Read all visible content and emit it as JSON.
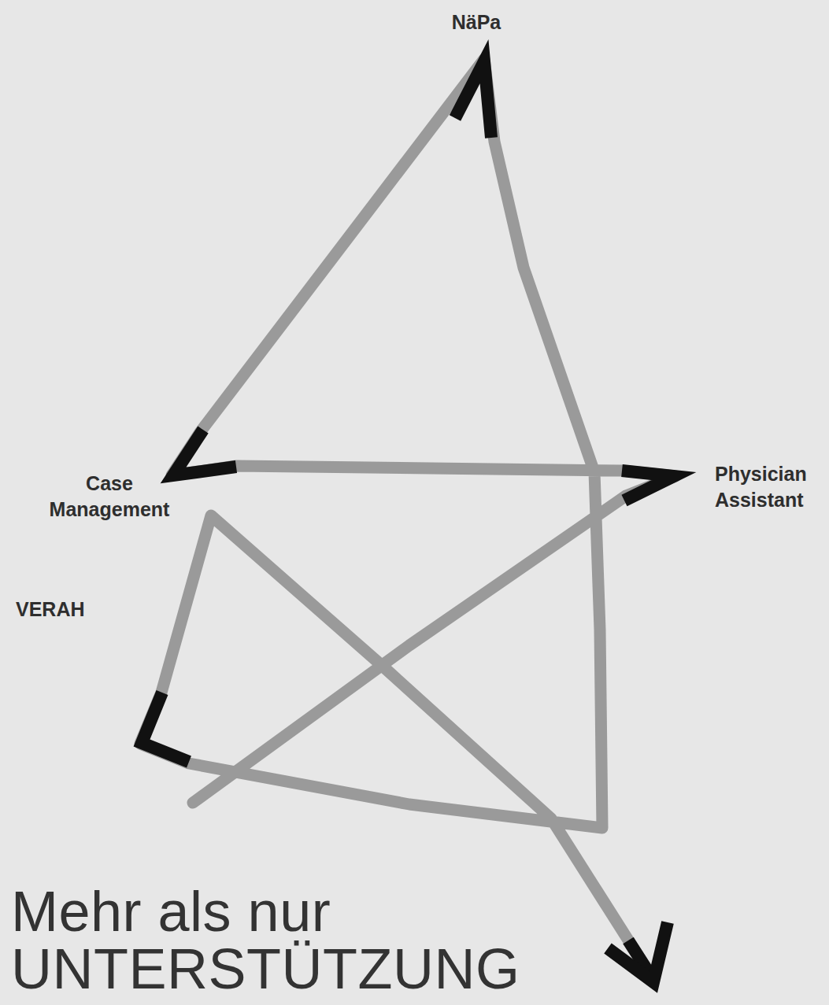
{
  "diagram": {
    "title": "Mehr als nur UNTERSTÜTZUNG",
    "labels": [
      "NäPa",
      "Physician Assistant",
      "Case Management",
      "VERAH"
    ]
  }
}
